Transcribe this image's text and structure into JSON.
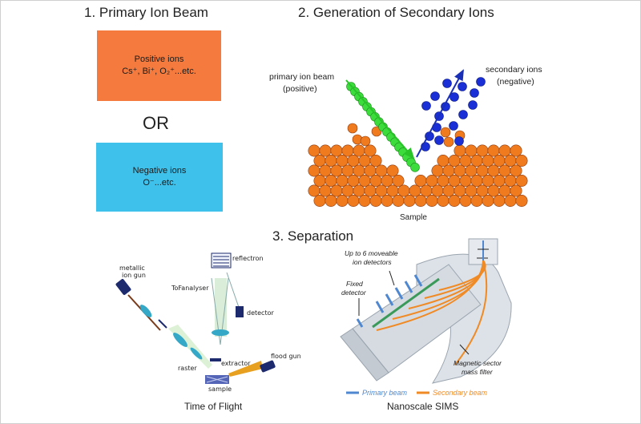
{
  "titles": {
    "primary": "1. Primary Ion Beam",
    "generation": "2. Generation of Secondary Ions",
    "separation": "3. Separation"
  },
  "positive_box": {
    "line1": "Positive ions",
    "line2": "Cs⁺, Bi⁺, O₂⁺...etc.",
    "color": "#f47b3d"
  },
  "or_text": "OR",
  "negative_box": {
    "line1": "Negative ions",
    "line2": "O⁻...etc.",
    "color": "#3ec1ea"
  },
  "generation": {
    "primary_label_1": "primary ion beam",
    "primary_label_2": "(positive)",
    "secondary_label_1": "secondary ions",
    "secondary_label_2": "(negative)",
    "sample_label": "Sample",
    "colors": {
      "sample": "#f07b1f",
      "primary": "#3ddc3d",
      "secondary": "#1a2fd6",
      "arrow_primary": "#28c428",
      "arrow_secondary": "#1a2fb8"
    }
  },
  "tof": {
    "metallic_label_1": "metallic",
    "metallic_label_2": "ion gun",
    "analyser_label": "ToFanalyser",
    "reflectron_label": "reflectron",
    "detector_label": "detector",
    "raster_label": "raster",
    "extractor_label": "extractor",
    "flood_label": "flood gun",
    "sample_label": "sample",
    "caption": "Time of Flight"
  },
  "nanosims": {
    "movable_label_1": "Up to 6 moveable",
    "movable_label_2": "ion detectors",
    "fixed_label_1": "Fixed",
    "fixed_label_2": "detector",
    "magnetic_label_1": "Magnetic sector",
    "magnetic_label_2": "mass filter",
    "legend_primary": "Primary beam",
    "legend_secondary": "Secondary beam",
    "caption": "Nanoscale SIMS",
    "colors": {
      "primary": "#5b9ad6",
      "secondary": "#f08a24"
    }
  }
}
